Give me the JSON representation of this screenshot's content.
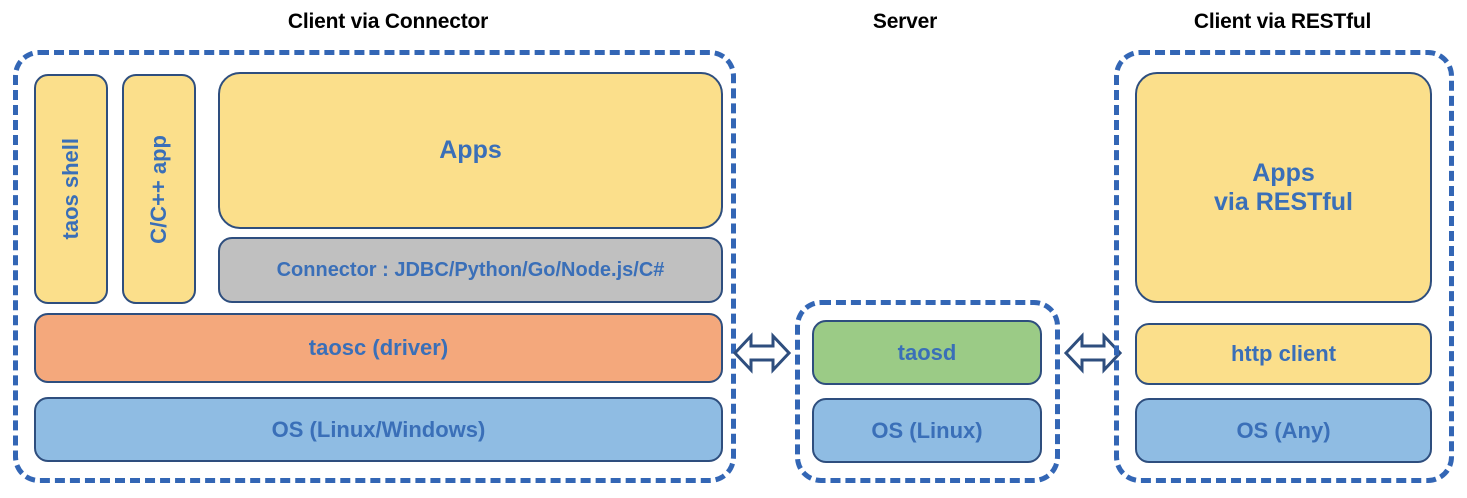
{
  "diagram": {
    "title_connector": "Client via Connector",
    "title_server": "Server",
    "title_restful": "Client via RESTful",
    "colors": {
      "dashed_border": "#3366B5",
      "box_border": "#2E4E7E",
      "text_blue": "#3A6FB8",
      "yellow": "#FBDF8B",
      "orange": "#F4A87C",
      "blue": "#8FBCE3",
      "green": "#9BCB86",
      "gray": "#C0C0C0",
      "title_black": "#000000"
    }
  },
  "client_connector": {
    "taos_shell": "taos shell",
    "c_cpp_app": "C/C++ app",
    "apps": "Apps",
    "connector": "Connector : JDBC/Python/Go/Node.js/C#",
    "taosc": "taosc (driver)",
    "os": "OS (Linux/Windows)"
  },
  "server": {
    "taosd": "taosd",
    "os": "OS (Linux)"
  },
  "client_restful": {
    "apps_line1": "Apps",
    "apps_line2": "via RESTful",
    "http_client": "http client",
    "os": "OS (Any)"
  },
  "arrows": {
    "left_arrow": "double-arrow-left",
    "right_arrow": "double-arrow-right"
  }
}
